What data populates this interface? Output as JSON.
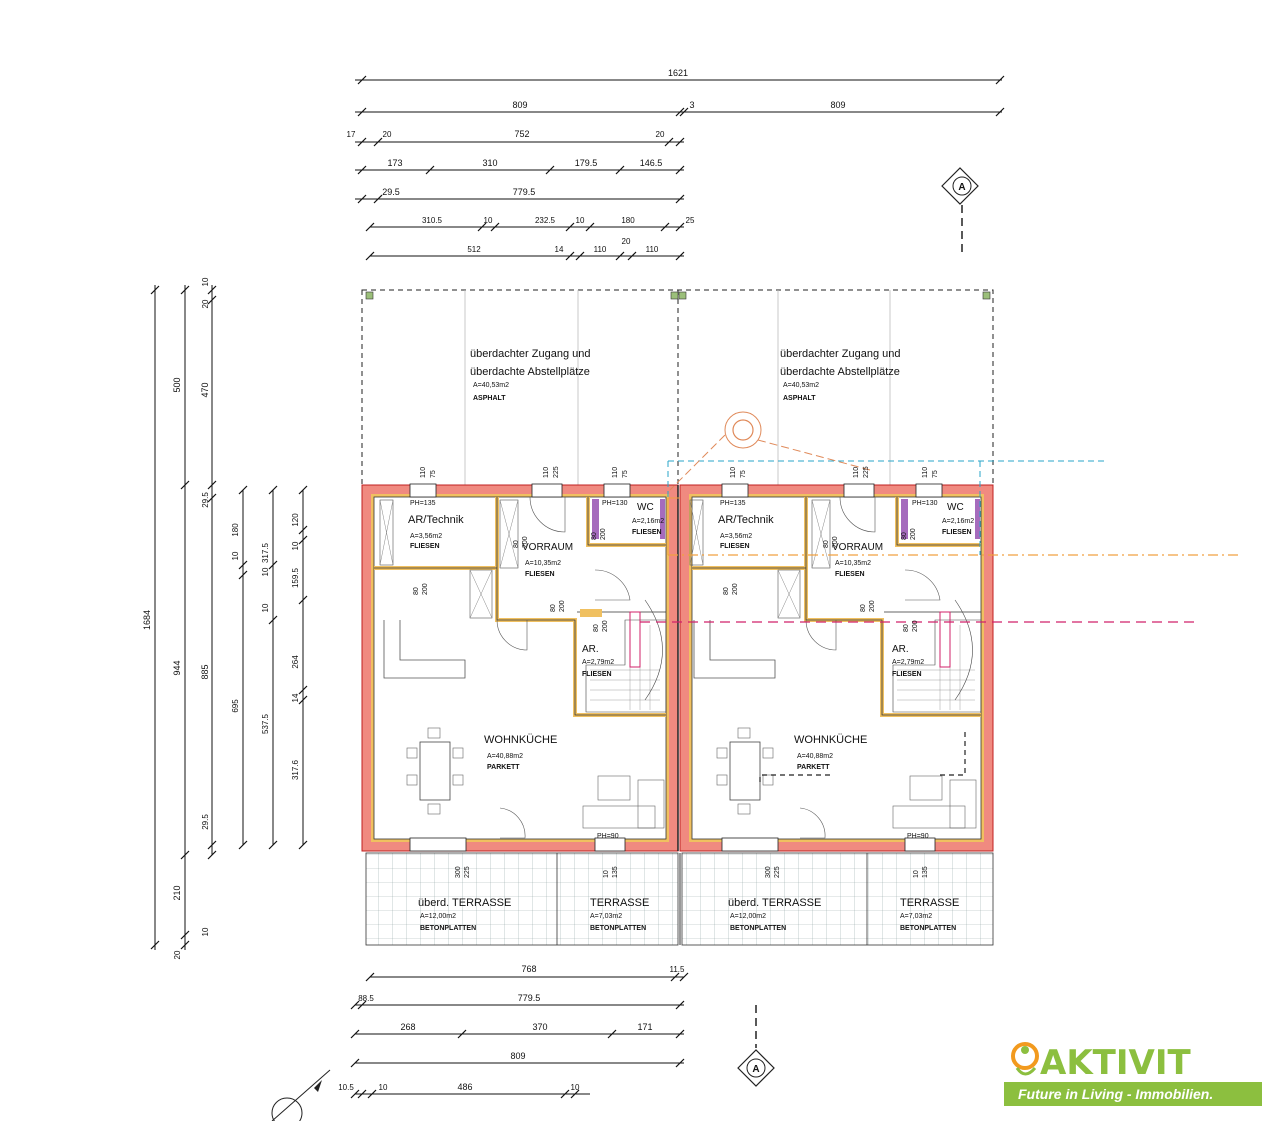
{
  "dimensions_top": {
    "row1": [
      "1621"
    ],
    "row2": [
      "809",
      "3",
      "809"
    ],
    "row3": [
      "17",
      "20",
      "752",
      "20"
    ],
    "row4": [
      "173",
      "310",
      "179.5",
      "146.5"
    ],
    "row5": [
      "29.5",
      "779.5"
    ],
    "row6": [
      "310.5",
      "10",
      "232.5",
      "10",
      "180",
      "25"
    ],
    "row7": [
      "512",
      "14",
      "110",
      "20",
      "110"
    ]
  },
  "dimensions_left": {
    "col1": [
      "1684"
    ],
    "col2": [
      "500",
      "944",
      "210",
      "20"
    ],
    "col3": [
      "10",
      "20",
      "470",
      "29.5",
      "885",
      "29.5",
      "10"
    ],
    "col4": [
      "10",
      "180",
      "10",
      "695"
    ],
    "col5": [
      "317.5",
      "10",
      "537.5"
    ],
    "col6": [
      "120",
      "10",
      "159.5",
      "264",
      "14",
      "317.6"
    ]
  },
  "dimensions_bottom": {
    "row1": [
      "768",
      "11.5"
    ],
    "row2": [
      "88.5",
      "779.5"
    ],
    "row3": [
      "268",
      "370",
      "171"
    ],
    "row4": [
      "809"
    ],
    "row5": [
      "10.5",
      "10",
      "486",
      "10"
    ]
  },
  "section_marker": "A",
  "window_dims": [
    [
      "110",
      "75"
    ],
    [
      "110",
      "225"
    ],
    [
      "110",
      "75"
    ]
  ],
  "units": [
    {
      "carport_title_1": "überdachter Zugang und",
      "carport_title_2": "überdachte Abstellplätze",
      "carport_area": "A=40,53m2",
      "carport_floor": "ASPHALT",
      "technik_name": "AR/Technik",
      "technik_area": "A=3,56m2",
      "technik_floor": "FLIESEN",
      "ph1": "PH=135",
      "ph2": "PH=130",
      "wc_name": "WC",
      "wc_area": "A=2,16m2",
      "wc_floor": "FLIESEN",
      "vorraum_name": "VORRAUM",
      "vorraum_area": "A=10,35m2",
      "vorraum_floor": "FLIESEN",
      "ar_name": "AR.",
      "ar_area": "A=2,79m2",
      "ar_floor": "FLIESEN",
      "wohn_name": "WOHNKÜCHE",
      "wohn_area": "A=40,88m2",
      "wohn_floor": "PARKETT",
      "ph3": "PH=90",
      "door1": [
        "80",
        "200"
      ],
      "door2": [
        "80",
        "200"
      ],
      "door3": [
        "80",
        "200"
      ],
      "door4": [
        "80",
        "200"
      ],
      "door5": [
        "80",
        "200"
      ],
      "terr1_name": "überd. TERRASSE",
      "terr1_area": "A=12,00m2",
      "terr1_floor": "BETONPLATTEN",
      "terr2_name": "TERRASSE",
      "terr2_area": "A=7,03m2",
      "terr2_floor": "BETONPLATTEN",
      "tdim1": [
        "300",
        "225"
      ],
      "tdim2": [
        "10",
        "135"
      ]
    },
    {
      "carport_title_1": "überdachter Zugang und",
      "carport_title_2": "überdachte Abstellplätze",
      "carport_area": "A=40,53m2",
      "carport_floor": "ASPHALT",
      "technik_name": "AR/Technik",
      "technik_area": "A=3,56m2",
      "technik_floor": "FLIESEN",
      "ph1": "PH=135",
      "ph2": "PH=130",
      "wc_name": "WC",
      "wc_area": "A=2,16m2",
      "wc_floor": "FLIESEN",
      "vorraum_name": "VORRAUM",
      "vorraum_area": "A=10,35m2",
      "vorraum_floor": "FLIESEN",
      "ar_name": "AR.",
      "ar_area": "A=2,79m2",
      "ar_floor": "FLIESEN",
      "wohn_name": "WOHNKÜCHE",
      "wohn_area": "A=40,88m2",
      "wohn_floor": "PARKETT",
      "ph3": "PH=90",
      "door1": [
        "80",
        "200"
      ],
      "door2": [
        "80",
        "200"
      ],
      "door3": [
        "80",
        "200"
      ],
      "door4": [
        "80",
        "200"
      ],
      "door5": [
        "80",
        "200"
      ],
      "terr1_name": "überd. TERRASSE",
      "terr1_area": "A=12,00m2",
      "terr1_floor": "BETONPLATTEN",
      "terr2_name": "TERRASSE",
      "terr2_area": "A=7,03m2",
      "terr2_floor": "BETONPLATTEN",
      "tdim1": [
        "300",
        "225"
      ],
      "tdim2": [
        "10",
        "135"
      ]
    }
  ],
  "logo": {
    "word": "AKTIVIT",
    "tagline": "Future in Living - Immobilien."
  },
  "colors": {
    "wall_fill": "#f08a80",
    "wall_stroke": "#c02020",
    "insulation": "#f0c060",
    "logo_green": "#8cbf3f",
    "logo_orange": "#f29a1e",
    "line_cyan": "#2aa6c8",
    "line_orange": "#f0a040",
    "line_magenta": "#d0206a"
  }
}
